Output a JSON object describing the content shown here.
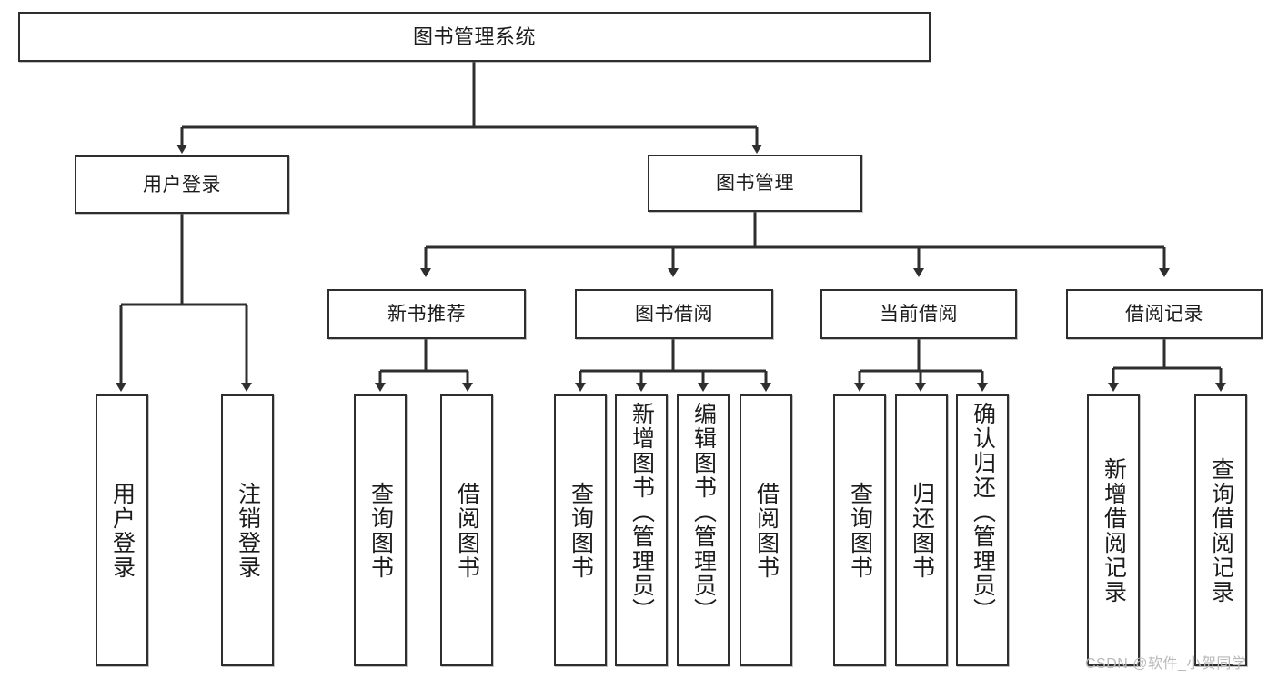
{
  "diagram": {
    "title": "图书管理系统",
    "type": "tree-hierarchy",
    "colors": {
      "box_border": "#2e2e2e",
      "box_fill": "#ffffff",
      "connector": "#2e2e2e",
      "text": "#1b1b1b",
      "watermark": "#b9b9b9"
    },
    "root": {
      "label": "图书管理系统"
    },
    "level1": [
      {
        "label": "用户登录"
      },
      {
        "label": "图书管理"
      }
    ],
    "level2": [
      {
        "label": "新书推荐"
      },
      {
        "label": "图书借阅"
      },
      {
        "label": "当前借阅"
      },
      {
        "label": "借阅记录"
      }
    ],
    "leaves": {
      "user_login": [
        {
          "label": "用户登录"
        },
        {
          "label": "注销登录"
        }
      ],
      "new_book_recommend": [
        {
          "label": "查询图书"
        },
        {
          "label": "借阅图书"
        }
      ],
      "book_borrow": [
        {
          "label": "查询图书"
        },
        {
          "label": "新增图书（管理员）"
        },
        {
          "label": "编辑图书（管理员）"
        },
        {
          "label": "借阅图书"
        }
      ],
      "current_borrow": [
        {
          "label": "查询图书"
        },
        {
          "label": "归还图书"
        },
        {
          "label": "确认归还（管理员）"
        }
      ],
      "borrow_records": [
        {
          "label": "新增借阅记录"
        },
        {
          "label": "查询借阅记录"
        }
      ]
    }
  },
  "watermark": {
    "text": "CSDN @软件_小贺同学"
  }
}
